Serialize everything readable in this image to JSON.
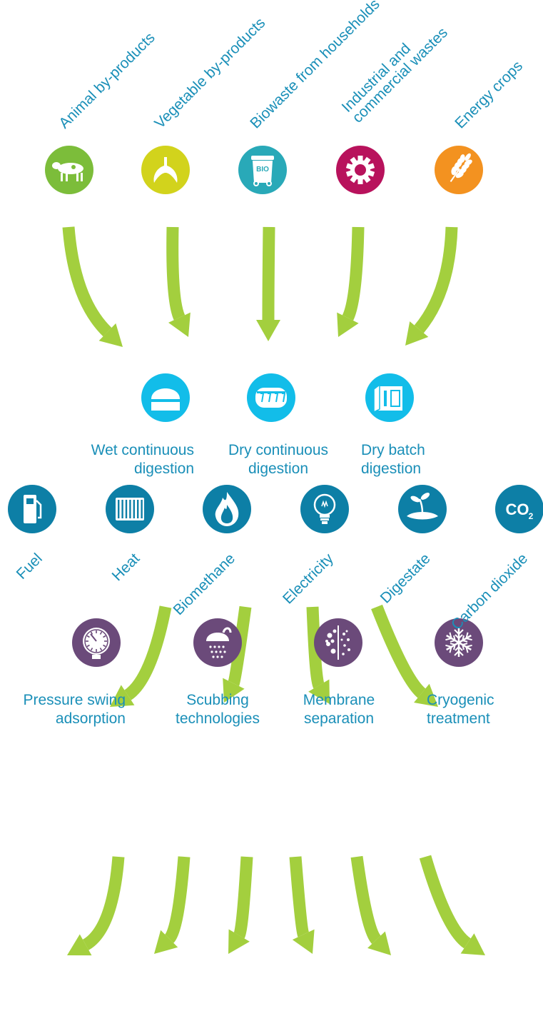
{
  "sources": [
    {
      "label": "Animal by-products",
      "icon": "cow-icon",
      "color": "#7cbd3a"
    },
    {
      "label": "Vegetable by-products",
      "icon": "banana-icon",
      "color": "#d2d31c"
    },
    {
      "label": "Biowaste from households",
      "icon": "bio-bin-icon",
      "color": "#29a9b8",
      "icon_text": "BIO"
    },
    {
      "label_lines": [
        "Industrial and",
        "commercial wastes"
      ],
      "icon": "gear-icon",
      "color": "#b8125c"
    },
    {
      "label": "Energy crops",
      "icon": "wheat-icon",
      "color": "#f39220"
    }
  ],
  "digestion": [
    {
      "label_lines": [
        "Wet continuous",
        "digestion"
      ],
      "icon": "dome-tank-icon",
      "color": "#12bde9"
    },
    {
      "label_lines": [
        "Dry continuous",
        "digestion"
      ],
      "icon": "horizontal-tank-icon",
      "color": "#12bde9"
    },
    {
      "label_lines": [
        "Dry batch",
        "digestion"
      ],
      "icon": "batch-box-icon",
      "color": "#12bde9"
    }
  ],
  "upgrading": [
    {
      "label_lines": [
        "Pressure swing",
        "adsorption"
      ],
      "icon": "pressure-gauge-icon",
      "color": "#6b4a7a"
    },
    {
      "label_lines": [
        "Scubbing",
        "technologies"
      ],
      "icon": "shower-icon",
      "color": "#6b4a7a"
    },
    {
      "label_lines": [
        "Membrane",
        "separation"
      ],
      "icon": "membrane-icon",
      "color": "#6b4a7a"
    },
    {
      "label_lines": [
        "Cryogenic",
        "treatment"
      ],
      "icon": "snowflake-icon",
      "color": "#6b4a7a"
    }
  ],
  "outputs": [
    {
      "label": "Fuel",
      "icon": "fuel-pump-icon",
      "color": "#0d7fa6"
    },
    {
      "label": "Heat",
      "icon": "radiator-icon",
      "color": "#0d7fa6"
    },
    {
      "label": "Biomethane",
      "icon": "flame-icon",
      "color": "#0d7fa6"
    },
    {
      "label": "Electricity",
      "icon": "light-bulb-icon",
      "color": "#0d7fa6"
    },
    {
      "label": "Digestate",
      "icon": "sprout-icon",
      "color": "#0d7fa6"
    },
    {
      "label": "Carbon dioxide",
      "icon": "co2-icon",
      "color": "#0d7fa6",
      "icon_text": "CO",
      "icon_sub": "2"
    }
  ],
  "colors": {
    "arrow": "#a3cf3e",
    "label_text": "#1a8fb8"
  }
}
